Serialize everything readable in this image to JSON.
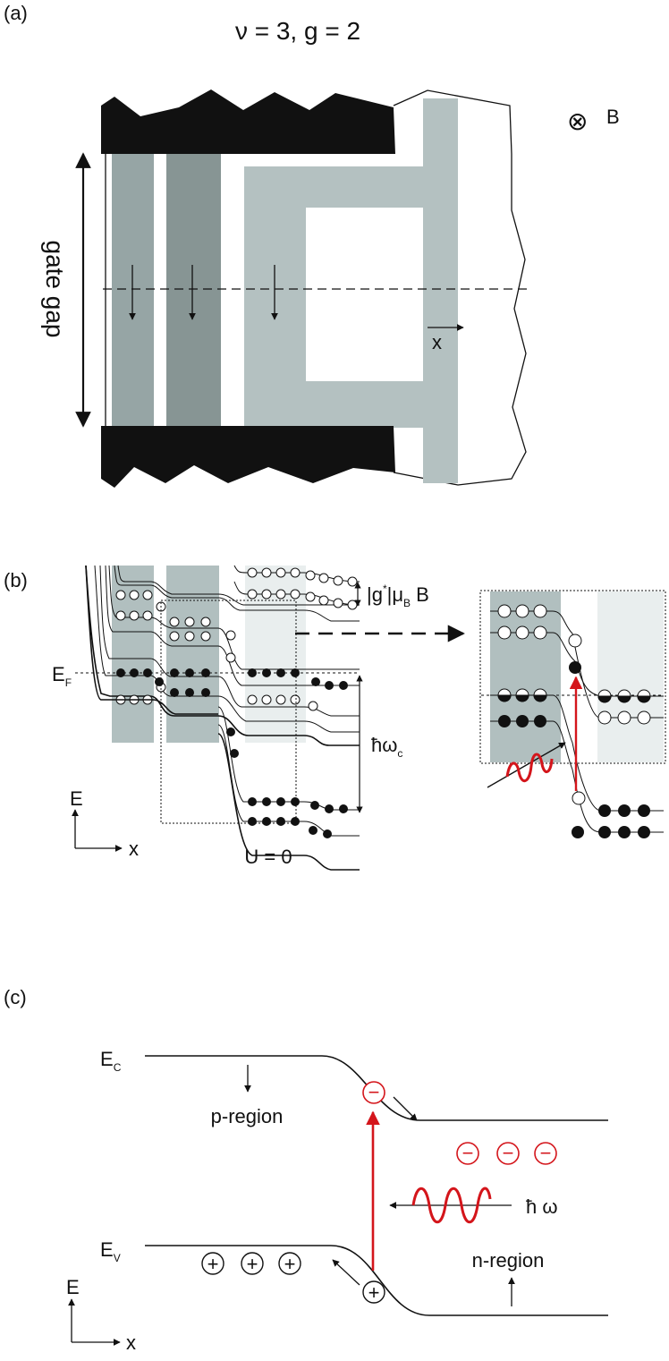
{
  "figure": {
    "panel_a": {
      "panel_label": "(a)",
      "title": "ν = 3, g = 2",
      "field_symbol": "⊗",
      "field_label": "B",
      "gate_gap_label": "gate gap",
      "x_axis_label": "x"
    },
    "panel_b": {
      "panel_label": "(b)",
      "fermi_label": "E",
      "fermi_sub": "F",
      "zeeman_label": "|g",
      "zeeman_star": "*",
      "zeeman_mu": "|μ",
      "zeeman_mu_sub": "B",
      "zeeman_B": " B",
      "cyclotron_label": "ħω",
      "cyclotron_sub": "c",
      "energy_axis": "E",
      "position_axis": "x",
      "bias_label": "U = 0"
    },
    "panel_c": {
      "panel_label": "(c)",
      "conduction_label": "E",
      "conduction_sub": "C",
      "valence_label": "E",
      "valence_sub": "V",
      "p_region_label": "p-region",
      "n_region_label": "n-region",
      "photon_label": "ħ ω",
      "energy_axis": "E",
      "position_axis": "x",
      "electron_symbol": "−",
      "hole_symbol": "+"
    },
    "colors": {
      "gate": "#111111",
      "channel_dark": "#96a5a5",
      "channel_mid": "#879594",
      "channel_light": "#b4c1c1",
      "zoom_dark": "#b1bfbf",
      "zoom_light": "#e9eeee",
      "photon": "#d4151b"
    }
  }
}
